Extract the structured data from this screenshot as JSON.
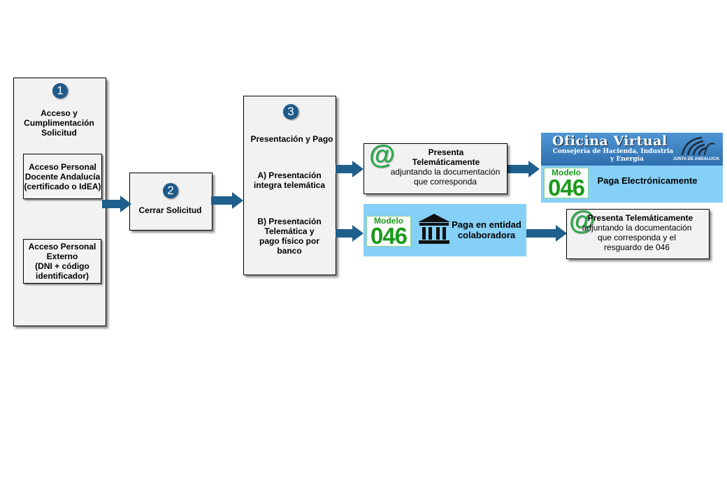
{
  "step1": {
    "number": "1",
    "title_lines": [
      "Acceso y",
      "Cumplimentación",
      "Solicitud"
    ],
    "option_a_lines": [
      "Acceso Personal",
      "Docente Andalucía",
      "(certificado o IdEA)"
    ],
    "option_b_lines": [
      "Acceso Personal",
      "Externo",
      "(DNI + código",
      "identificador)"
    ]
  },
  "step2": {
    "number": "2",
    "label": "Cerrar Solicitud"
  },
  "step3": {
    "number": "3",
    "title": "Presentación y Pago",
    "option_a_lines": [
      "A) Presentación",
      "integra telemática"
    ],
    "option_b_lines": [
      "B) Presentación",
      "Telemática y",
      "pago físico por",
      "banco"
    ]
  },
  "tele_box": {
    "at_symbol": "@",
    "title_lines": [
      "Presenta",
      "Telemáticamente"
    ],
    "body_lines": [
      "adjuntando la documentación",
      "que corresponda"
    ]
  },
  "oficina": {
    "title": "Oficina Virtual",
    "subtitle_lines": [
      "Consejería de Hacienda, Industria",
      "y Energía"
    ],
    "logo_text": "JUNTA DE ANDALUCIA",
    "modelo_label": "Modelo",
    "modelo_number": "046",
    "pay_label": "Paga Electrónicamente"
  },
  "bank_panel": {
    "modelo_label": "Modelo",
    "modelo_number": "046",
    "label_lines": [
      "Paga en entidad",
      "colaboradora"
    ]
  },
  "tele_box_2": {
    "at_symbol": "@",
    "title": "Presenta Telemáticamente",
    "body_lines": [
      "adjuntando la documentación",
      "que corresponda y el",
      "resguardo de 046"
    ]
  },
  "colors": {
    "arrow": "#1f5f8b",
    "circle": "#1f5a8a",
    "panel": "#85d0f7",
    "oficina_banner": "#3a7fc4",
    "modelo_green": "#1a9a1a",
    "at_green": "#2aa84a"
  }
}
